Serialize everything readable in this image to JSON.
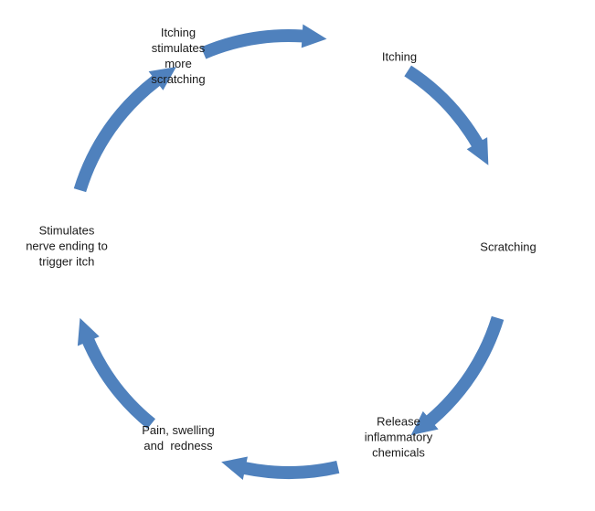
{
  "diagram": {
    "arrow_color": "#4F81BD",
    "nodes": [
      {
        "id": "itching",
        "label": "Itching"
      },
      {
        "id": "scratching",
        "label": "Scratching"
      },
      {
        "id": "release",
        "label": "Release\ninflammatory\nchemicals"
      },
      {
        "id": "pain",
        "label": "Pain, swelling\nand  redness"
      },
      {
        "id": "stimulates_nerve",
        "label": "Stimulates\nnerve ending to\ntrigger itch"
      },
      {
        "id": "itching_more",
        "label": "Itching\nstimulates\nmore\nscratching"
      }
    ],
    "arrows": [
      {
        "from": "itching",
        "to": "scratching"
      },
      {
        "from": "scratching",
        "to": "release"
      },
      {
        "from": "release",
        "to": "pain"
      },
      {
        "from": "pain",
        "to": "stimulates_nerve"
      },
      {
        "from": "stimulates_nerve",
        "to": "itching_more"
      },
      {
        "from": "itching_more",
        "to": "itching"
      }
    ]
  }
}
